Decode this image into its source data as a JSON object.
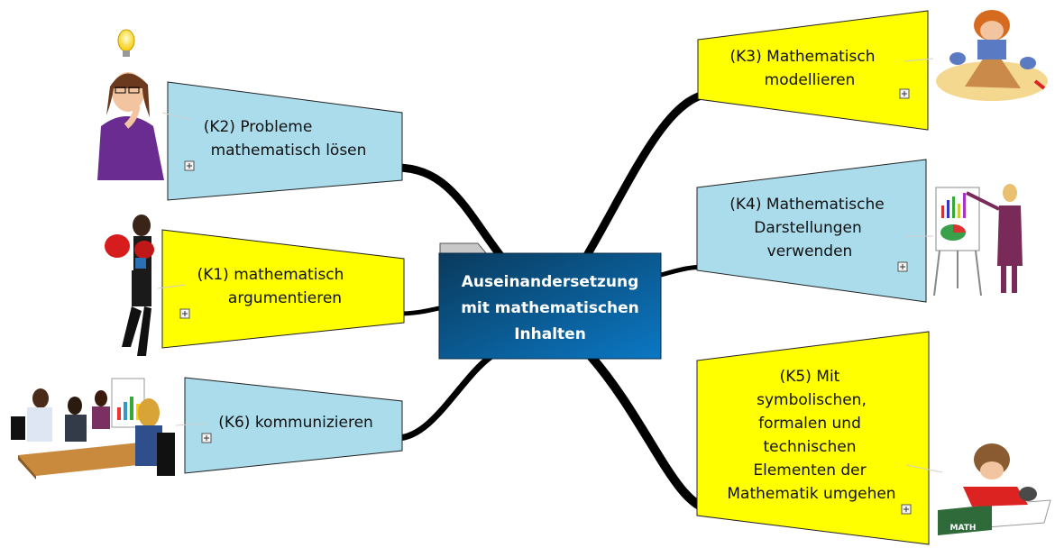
{
  "center": {
    "lines": [
      "Auseinandersetzung",
      "mit mathematischen",
      "Inhalten"
    ],
    "color_top": "#0a3a5c",
    "color_bottom": "#0b78c4"
  },
  "colors": {
    "yellow": "#ffff00",
    "blue": "#aadcec",
    "branch": "#000000",
    "node_border": "#222222"
  },
  "nodes": {
    "k2": {
      "lines": [
        "(K2) Probleme",
        "mathematisch lösen"
      ],
      "color": "blue",
      "icon": "woman-thinking-lightbulb-icon"
    },
    "k1": {
      "lines": [
        "(K1) mathematisch",
        "argumentieren"
      ],
      "color": "yellow",
      "icon": "boxer-icon"
    },
    "k6": {
      "lines": [
        "(K6) kommunizieren"
      ],
      "color": "blue",
      "icon": "meeting-people-icon"
    },
    "k3": {
      "lines": [
        "(K3) Mathematisch",
        "modellieren"
      ],
      "color": "yellow",
      "icon": "child-sandbox-icon"
    },
    "k4": {
      "lines": [
        "(K4) Mathematische",
        "Darstellungen",
        "verwenden"
      ],
      "color": "blue",
      "icon": "presenter-chart-icon"
    },
    "k5": {
      "lines": [
        "(K5) Mit",
        "symbolischen,",
        "formalen und",
        "technischen",
        "Elementen der",
        "Mathematik umgehen"
      ],
      "color": "yellow",
      "icon": "child-math-book-icon",
      "book_label": "MATH"
    }
  },
  "expand_symbol": "+"
}
